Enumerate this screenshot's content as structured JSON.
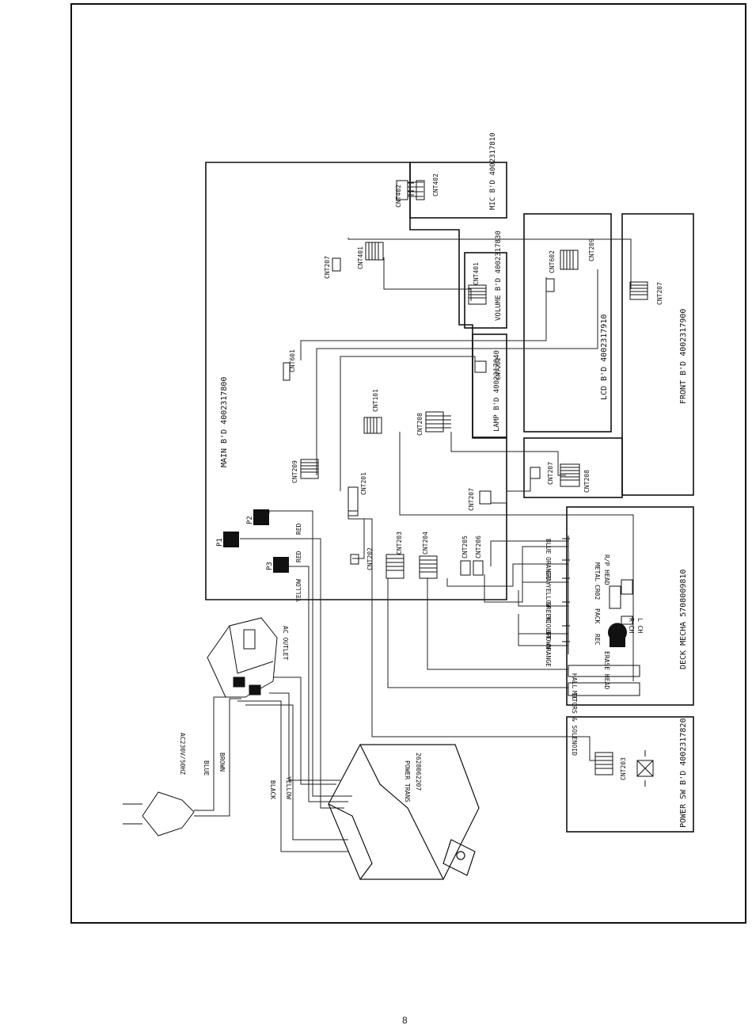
{
  "boards": {
    "main": "MAIN B'D   4002317800",
    "mic": "MIC B'D 4002317810",
    "volume": "VOLUME B'D 4002317830",
    "lamp": "LAMP B'D 4002317840",
    "lcd": "LCD B'D   4002317910",
    "front": "FRONT B'D   4002317900",
    "deck": "DECK MECHA   5708009810",
    "power_sw": "POWER SW B'D  4002317820"
  },
  "connectors": {
    "cnt402_main": "CNT402",
    "cnt402_mic": "CNT402",
    "cnt401_main": "CNT401",
    "cnt401_vol": "CNT401",
    "cnt207_main": "CNT207",
    "cnt601": "CNT601",
    "cnt602": "CNT602",
    "cnt209_lcd": "CNT209",
    "cnt207_front": "CNT207",
    "cnt202_lamp": "CNT202",
    "cnt101": "CNT101",
    "cnt208_main": "CNT208",
    "cnt209_main": "CNT209",
    "cnt201": "CNT201",
    "cnt207_right": "CNT207",
    "cnt207_lcd": "CNT207",
    "cnt208_lcd": "CNT208",
    "cnt202_main": "CNT202",
    "cnt203": "CNT203",
    "cnt204": "CNT204",
    "cnt205": "CNT205",
    "cnt206": "CNT206",
    "cnt203_psw": "CNT203"
  },
  "terminals": {
    "p1": "P1",
    "p2": "P2",
    "p3": "P3"
  },
  "wire_colors": {
    "red1": "RED",
    "red2": "RED",
    "yellow_p3": "YELLOW",
    "black": "BLACK",
    "yellow_tr": "YELLOW",
    "blue_mains": "BLUE",
    "brown_mains": "BROWN"
  },
  "deck_wires": [
    "BLUE",
    "ORANGE",
    "GRAY",
    "YELLOW",
    "GREEN",
    "VIOLET",
    "BROWN",
    "ORANGE"
  ],
  "deck_labels": {
    "metal": "METAL",
    "cr02": "CR02",
    "rp_head": "R/P HEAD",
    "pack": "PACK",
    "rec": "REC",
    "r_ch": "R CH",
    "l_ch": "L CH",
    "erase_head": "ERASE HEAD",
    "hall_ic": "HALL IC",
    "motors": "MOTORS & SOLENOID"
  },
  "ac_outlet": "AC OUTLET",
  "mains_rating": "AC230V/50HZ",
  "transformer": {
    "name": "POWER TRANS",
    "part": "2628062207"
  },
  "page_number": "8"
}
